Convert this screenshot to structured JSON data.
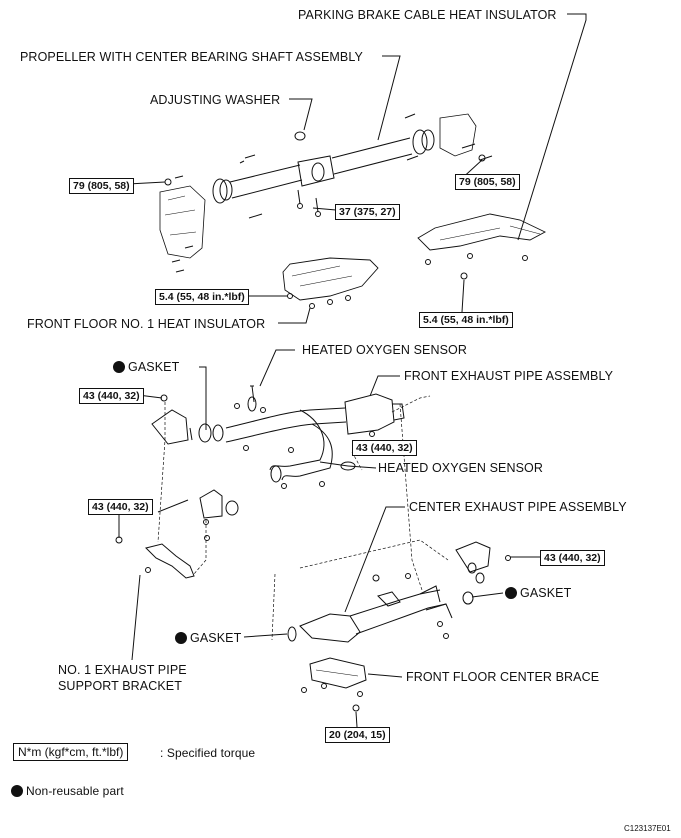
{
  "labels": {
    "parking_brake_cable_heat_insulator": "PARKING BRAKE CABLE HEAT INSULATOR",
    "propeller_shaft_assembly": "PROPELLER WITH CENTER BEARING SHAFT ASSEMBLY",
    "adjusting_washer": "ADJUSTING WASHER",
    "front_floor_no1_heat_insulator": "FRONT FLOOR NO. 1 HEAT INSULATOR",
    "heated_oxygen_sensor_1": "HEATED OXYGEN SENSOR",
    "front_exhaust_pipe_assembly": "FRONT EXHAUST PIPE ASSEMBLY",
    "gasket_1": "GASKET",
    "heated_oxygen_sensor_2": "HEATED OXYGEN SENSOR",
    "center_exhaust_pipe_assembly": "CENTER EXHAUST PIPE ASSEMBLY",
    "gasket_2": "GASKET",
    "gasket_3": "GASKET",
    "no1_exhaust_pipe_support_bracket_line1": "NO. 1 EXHAUST PIPE",
    "no1_exhaust_pipe_support_bracket_line2": "SUPPORT BRACKET",
    "front_floor_center_brace": "FRONT FLOOR CENTER BRACE"
  },
  "torques": {
    "t1": "79 (805, 58)",
    "t2": "79 (805, 58)",
    "t3": "37 (375, 27)",
    "t4": "5.4 (55, 48 in.*lbf)",
    "t5": "5.4 (55, 48 in.*lbf)",
    "t6": "43 (440, 32)",
    "t7": "43 (440, 32)",
    "t8": "43 (440, 32)",
    "t9": "43 (440, 32)",
    "t10": "20 (204, 15)"
  },
  "legend": {
    "torque_box": "N*m (kgf*cm, ft.*lbf)",
    "torque_desc": ": Specified torque",
    "non_reusable": "Non-reusable part"
  },
  "figure_id": "C123137E01"
}
